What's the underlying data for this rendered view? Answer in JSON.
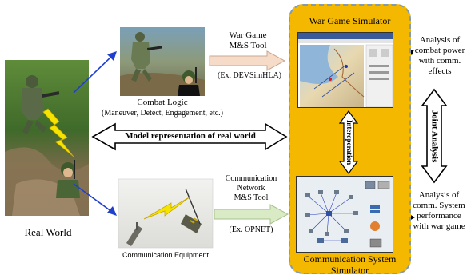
{
  "real_world": {
    "label": "Real World"
  },
  "combat": {
    "logic_label": "Combat Logic",
    "logic_detail": "(Maneuver,  Detect,  Engagement,  etc.)"
  },
  "comm_equipment": {
    "label": "Communication Equipment"
  },
  "wargame_tool": {
    "line1": "War Game",
    "line2": "M&S Tool",
    "example": "(Ex.  DEVSimHLA)"
  },
  "network_tool": {
    "line1": "Communication",
    "line2": "Network",
    "line3": "M&S Tool",
    "example": "(Ex.  OPNET)"
  },
  "center_arrow": {
    "label": "Model representation of real world"
  },
  "simulators": {
    "war_game": "War Game Simulator",
    "comm_line1": "Communication System",
    "comm_line2": "Simulator",
    "interoperation": "Interoperation"
  },
  "analysis": {
    "combat_line1": "Analysis of",
    "combat_line2": "combat power",
    "combat_line3": "with comm.",
    "combat_line4": "effects",
    "comm_line1": "Analysis of",
    "comm_line2": "comm. System",
    "comm_line3": "performance",
    "comm_line4": "with war game",
    "joint": "Joint Analysis"
  },
  "colors": {
    "panel": "#f5b800",
    "panel_border": "#7f9bb8",
    "blue_arrow": "#1f3fcf",
    "wargame_arrow_fill": "#f6dcc8",
    "network_arrow_fill": "#d8ebc4",
    "lightning": "#f5e400"
  }
}
